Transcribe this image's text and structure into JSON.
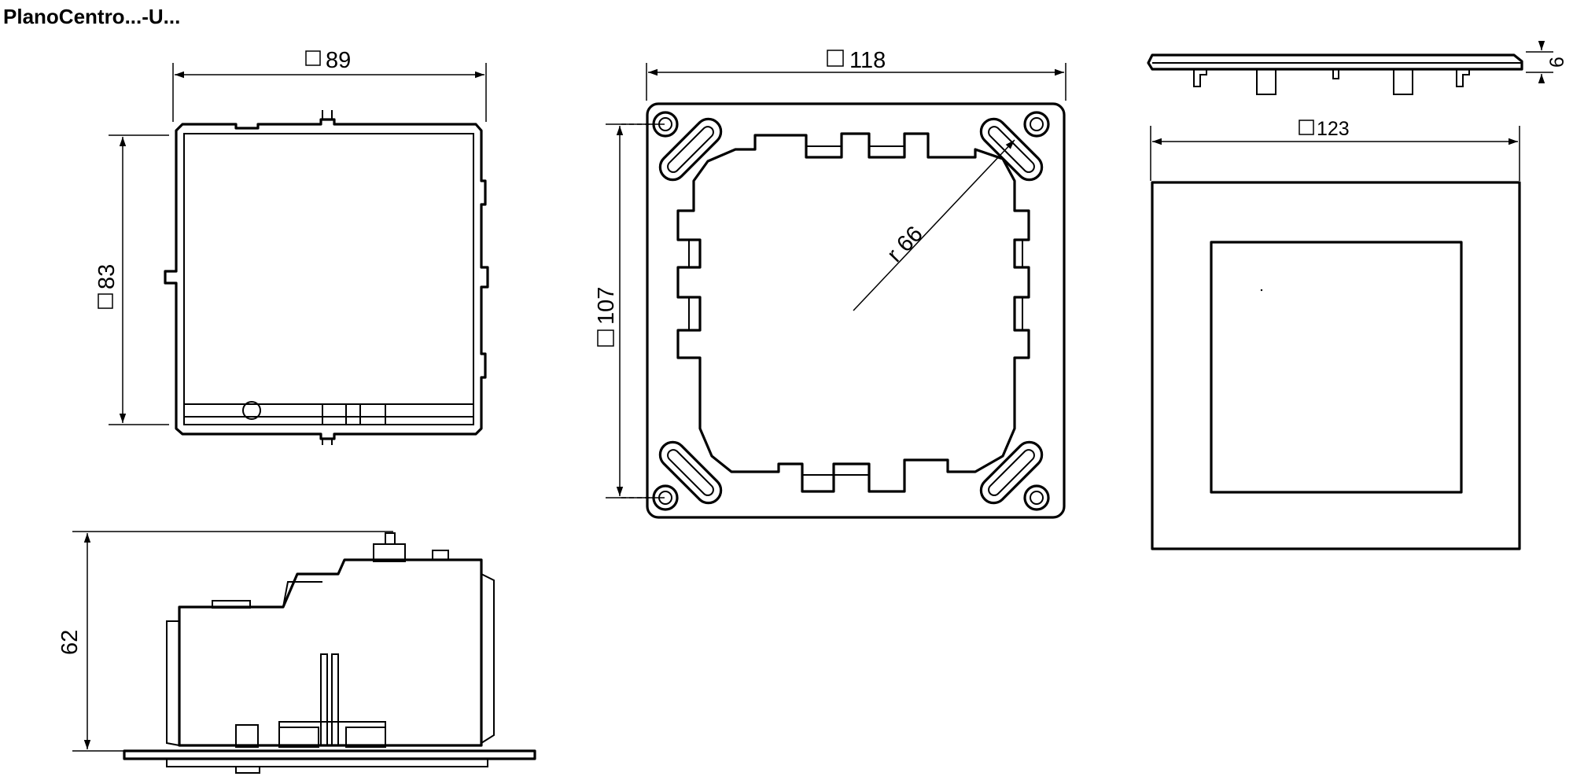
{
  "title": "PlanoCentro...-U...",
  "dimensions": {
    "d89": "89",
    "d83": "83",
    "d118": "118",
    "d107": "107",
    "d66": "r 66",
    "d123": "123",
    "d6": "6",
    "d62": "62"
  }
}
